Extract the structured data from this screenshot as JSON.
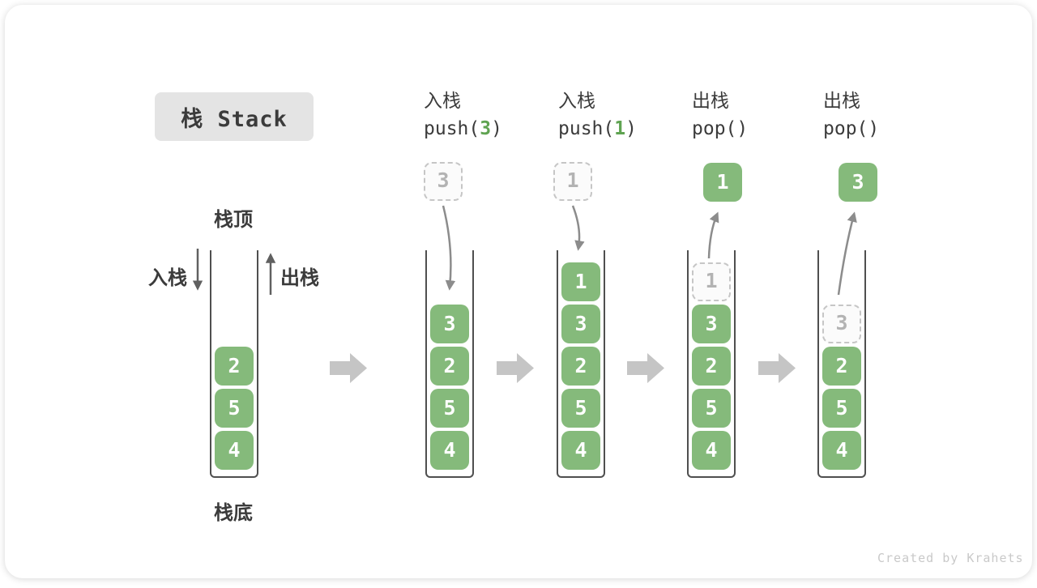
{
  "title": "栈 Stack",
  "columns": [
    {
      "label": "入栈",
      "code_pre": "push(",
      "code_arg": "3",
      "code_post": ")"
    },
    {
      "label": "入栈",
      "code_pre": "push(",
      "code_arg": "1",
      "code_post": ")"
    },
    {
      "label": "出栈",
      "code_pre": "pop(",
      "code_arg": "",
      "code_post": ")"
    },
    {
      "label": "出栈",
      "code_pre": "pop(",
      "code_arg": "",
      "code_post": ")"
    }
  ],
  "labels": {
    "stack_top": "栈顶",
    "stack_bottom": "栈底",
    "push_side": "入栈",
    "pop_side": "出栈"
  },
  "stacks": [
    {
      "values": [
        "2",
        "5",
        "4"
      ]
    },
    {
      "incoming": "3",
      "values": [
        "3",
        "2",
        "5",
        "4"
      ]
    },
    {
      "incoming": "1",
      "values": [
        "1",
        "3",
        "2",
        "5",
        "4"
      ]
    },
    {
      "outgoing": "1",
      "ghost": "1",
      "values": [
        "3",
        "2",
        "5",
        "4"
      ]
    },
    {
      "outgoing": "3",
      "ghost": "3",
      "values": [
        "2",
        "5",
        "4"
      ]
    }
  ],
  "watermark": "Created by Krahets",
  "colors": {
    "box_green": "#85ba7b",
    "code_arg_green": "#5fa351",
    "ghost_gray": "#b3b3b3",
    "curve_arrow_gray": "#8c8c8c",
    "side_arrow_gray": "#606060",
    "block_arrow_gray": "#c5c5c5",
    "title_badge_bg": "#e4e4e4",
    "text_dark": "#3b3b3b"
  }
}
